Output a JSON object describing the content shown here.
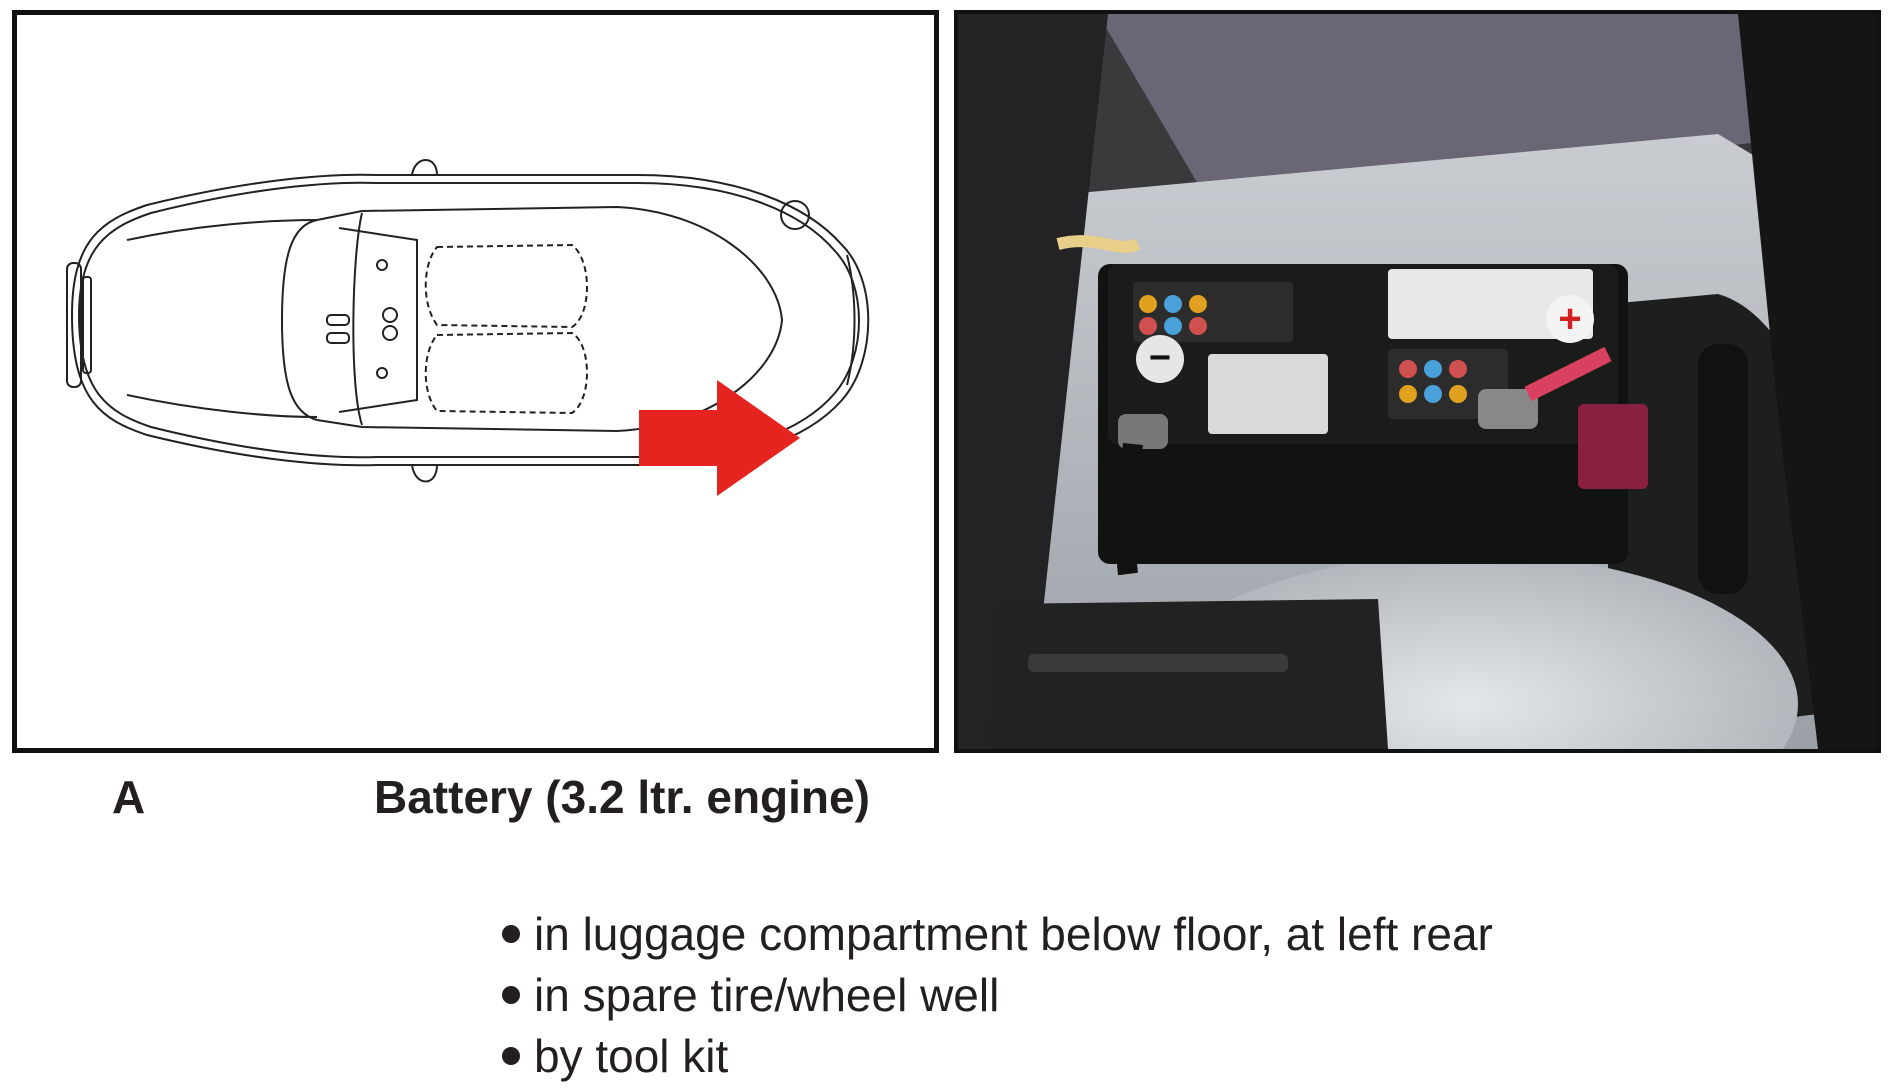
{
  "figure": {
    "letter": "A",
    "title": "Battery (3.2 ltr. engine)"
  },
  "locations": [
    "in luggage compartment below floor, at left rear",
    "in spare tire/wheel well",
    "by tool kit"
  ],
  "colors": {
    "arrow": "#e52420",
    "text": "#231f20"
  },
  "battery_label": {
    "minus": "−",
    "plus": "+"
  }
}
